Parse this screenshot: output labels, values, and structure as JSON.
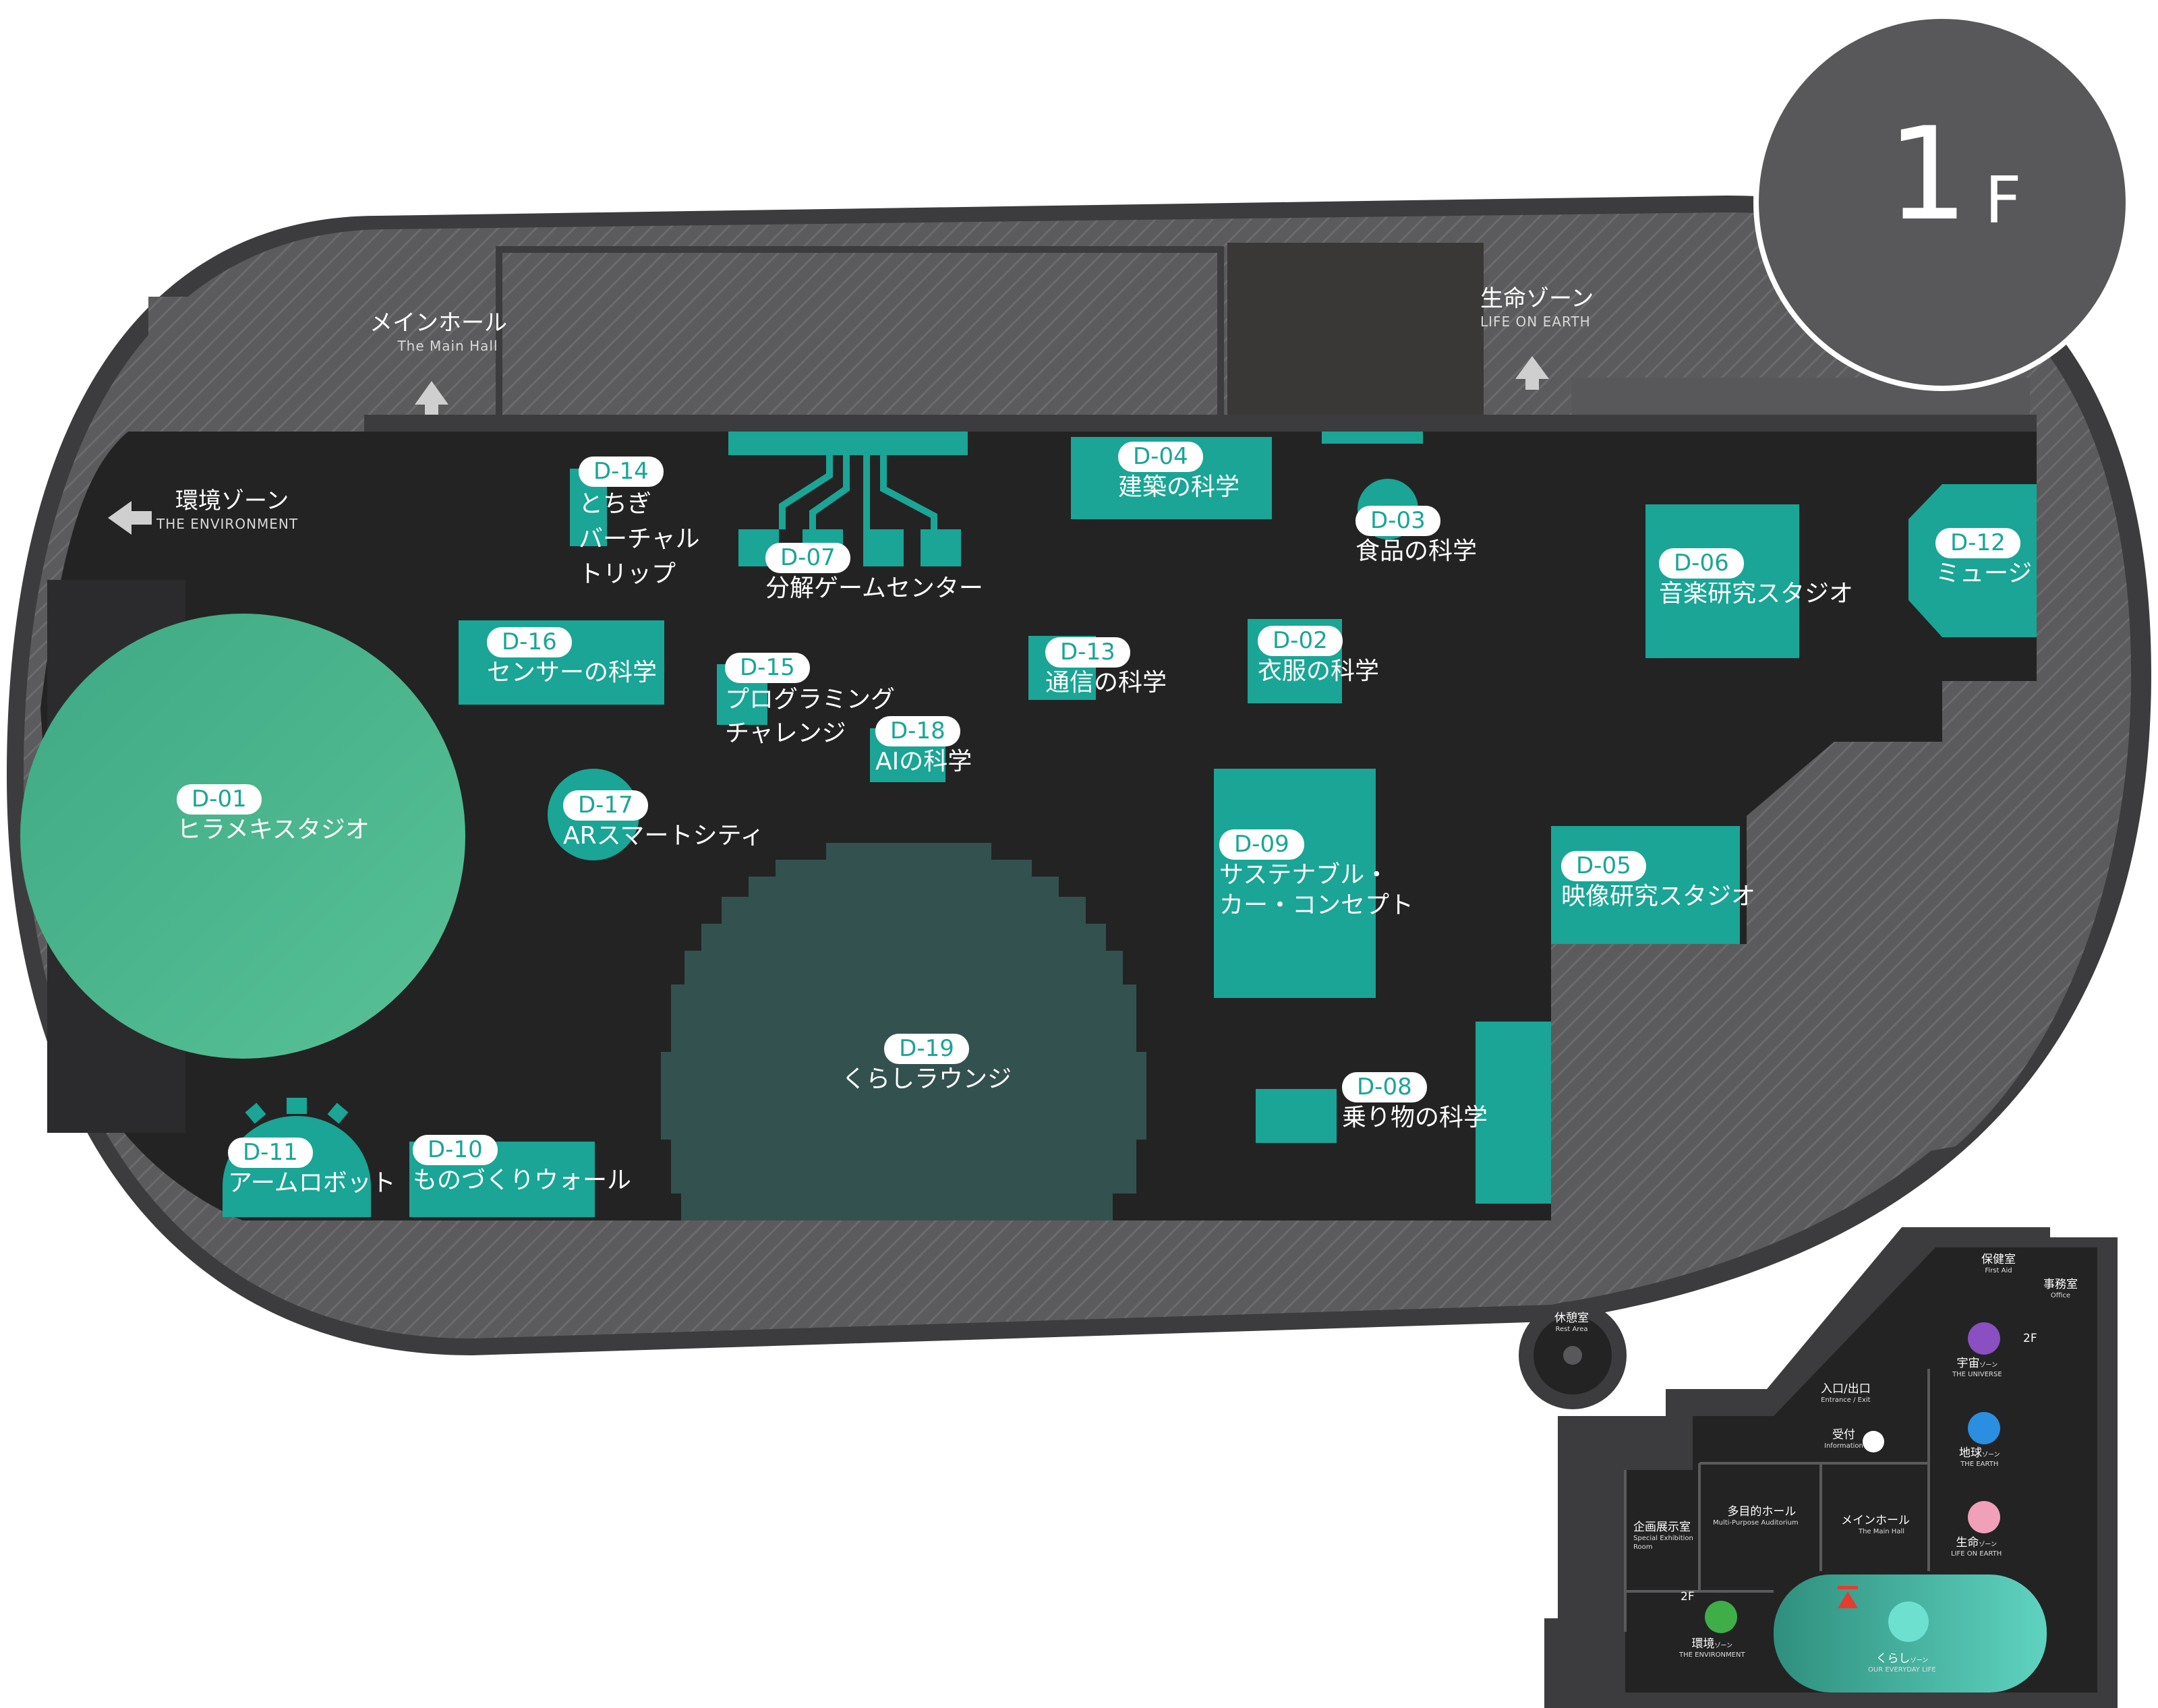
{
  "floor": {
    "number": "1",
    "suffix": "F"
  },
  "zones": {
    "main_hall": {
      "ja": "メインホール",
      "en": "The Main Hall"
    },
    "environment": {
      "ja": "環境ゾーン",
      "en": "THE ENVIRONMENT"
    },
    "life": {
      "ja": "生命ゾーン",
      "en": "LIFE ON EARTH"
    }
  },
  "exhibits": [
    {
      "code": "D-01",
      "name": "ヒラメキスタジオ"
    },
    {
      "code": "D-02",
      "name": "衣服の科学"
    },
    {
      "code": "D-03",
      "name": "食品の科学"
    },
    {
      "code": "D-04",
      "name": "建築の科学"
    },
    {
      "code": "D-05",
      "name": "映像研究スタジオ"
    },
    {
      "code": "D-06",
      "name": "音楽研究スタジオ"
    },
    {
      "code": "D-07",
      "name": "分解ゲームセンター"
    },
    {
      "code": "D-08",
      "name": "乗り物の科学"
    },
    {
      "code": "D-09",
      "name": "サステナブル・",
      "name2": "カー・コンセプト"
    },
    {
      "code": "D-10",
      "name": "ものづくりウォール"
    },
    {
      "code": "D-11",
      "name": "アームロボット"
    },
    {
      "code": "D-12",
      "name": "ミュージ"
    },
    {
      "code": "D-13",
      "name": "通信の科学"
    },
    {
      "code": "D-14",
      "name": "とちぎ",
      "name2": "バーチャル",
      "name3": "トリップ"
    },
    {
      "code": "D-15",
      "name": "プログラミング",
      "name2": "チャレンジ"
    },
    {
      "code": "D-16",
      "name": "センサーの科学"
    },
    {
      "code": "D-17",
      "name": "ARスマートシティ"
    },
    {
      "code": "D-18",
      "name": "AIの科学"
    },
    {
      "code": "D-19",
      "name": "くらしラウンジ"
    }
  ],
  "mini_map": {
    "rest_area": {
      "ja": "休憩室",
      "en": "Rest Area"
    },
    "first_aid": {
      "ja": "保健室",
      "en": "First Aid"
    },
    "office": {
      "ja": "事務室",
      "en": "Office"
    },
    "entrance": {
      "ja": "入口/出口",
      "en": "Entrance / Exit"
    },
    "information": {
      "ja": "受付",
      "en": "Information"
    },
    "multipurpose": {
      "ja": "多目的ホール",
      "en": "Multi-Purpose Auditorium"
    },
    "main_hall": {
      "ja": "メインホール",
      "en": "The Main Hall"
    },
    "special_exhibition": {
      "ja": "企画展示室",
      "en": "Special Exhibition Room"
    },
    "stairs_up_left": "2F",
    "stairs_up_right": "2F",
    "universe": {
      "ja": "宇宙",
      "suffix": "ゾーン",
      "en": "THE UNIVERSE"
    },
    "earth": {
      "ja": "地球",
      "suffix": "ゾーン",
      "en": "THE EARTH"
    },
    "life": {
      "ja": "生命",
      "suffix": "ゾーン",
      "en": "LIFE ON EARTH"
    },
    "environment": {
      "ja": "環境",
      "suffix": "ゾーン",
      "en": "THE ENVIRONMENT"
    },
    "everyday": {
      "ja": "くらし",
      "suffix": "ゾーン",
      "en": "OUR EVERYDAY LIFE"
    }
  },
  "colors": {
    "floor": "#232324",
    "outer_ring": "#58585a",
    "exhibit": "#1aa596",
    "lounge": "#33514f",
    "studio_circle": "#4fb891",
    "outline": "#3c3c3e"
  }
}
